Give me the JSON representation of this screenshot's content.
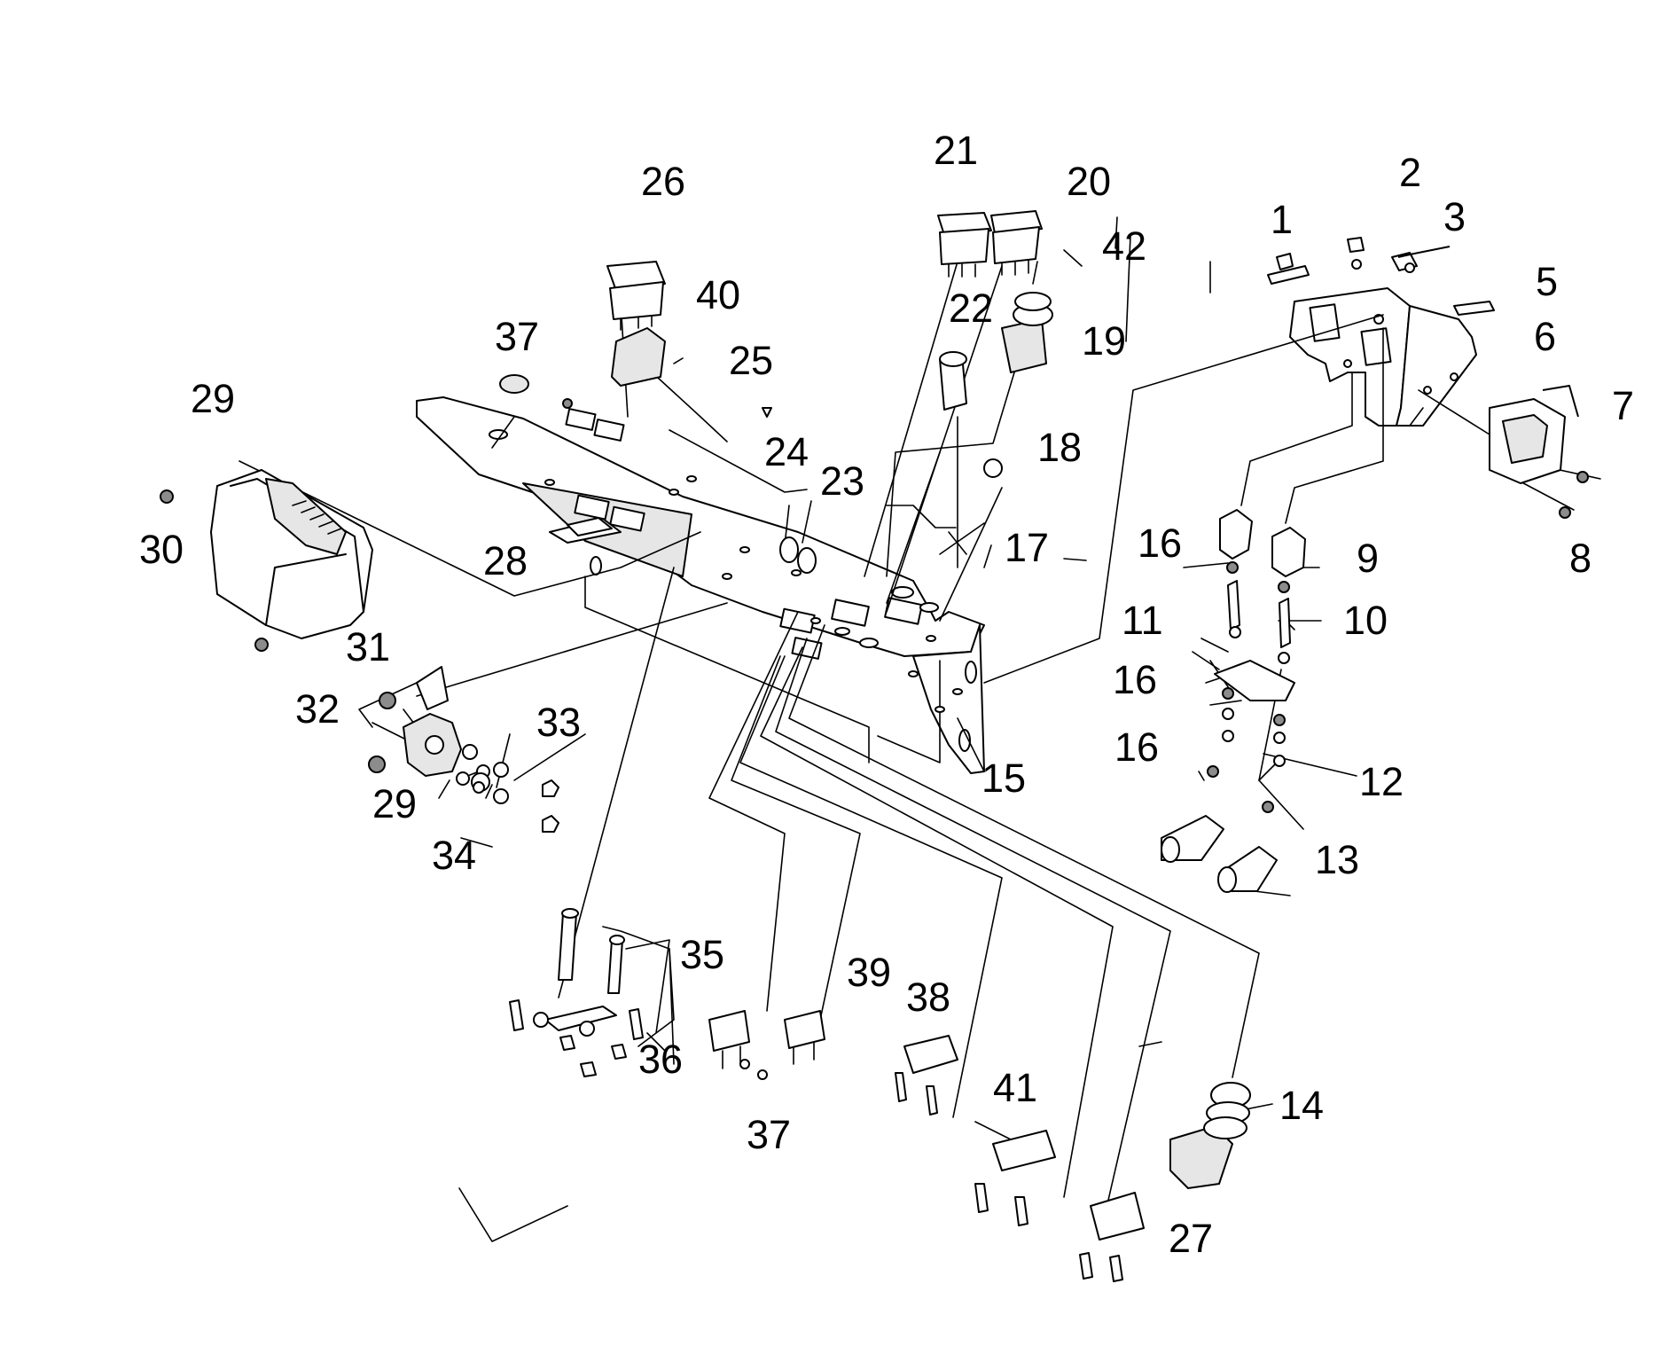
{
  "diagram": {
    "callouts": [
      {
        "id": "c1",
        "text": "1"
      },
      {
        "id": "c2",
        "text": "2"
      },
      {
        "id": "c3",
        "text": "3"
      },
      {
        "id": "c5",
        "text": "5"
      },
      {
        "id": "c6",
        "text": "6"
      },
      {
        "id": "c7",
        "text": "7"
      },
      {
        "id": "c8",
        "text": "8"
      },
      {
        "id": "c9",
        "text": "9"
      },
      {
        "id": "c10",
        "text": "10"
      },
      {
        "id": "c11",
        "text": "11"
      },
      {
        "id": "c12",
        "text": "12"
      },
      {
        "id": "c13",
        "text": "13"
      },
      {
        "id": "c14",
        "text": "14"
      },
      {
        "id": "c15",
        "text": "15"
      },
      {
        "id": "c16a",
        "text": "16"
      },
      {
        "id": "c16b",
        "text": "16"
      },
      {
        "id": "c16c",
        "text": "16"
      },
      {
        "id": "c17",
        "text": "17"
      },
      {
        "id": "c18",
        "text": "18"
      },
      {
        "id": "c19",
        "text": "19"
      },
      {
        "id": "c20",
        "text": "20"
      },
      {
        "id": "c21",
        "text": "21"
      },
      {
        "id": "c22",
        "text": "22"
      },
      {
        "id": "c23",
        "text": "23"
      },
      {
        "id": "c24",
        "text": "24"
      },
      {
        "id": "c25",
        "text": "25"
      },
      {
        "id": "c26",
        "text": "26"
      },
      {
        "id": "c27",
        "text": "27"
      },
      {
        "id": "c28",
        "text": "28"
      },
      {
        "id": "c29a",
        "text": "29"
      },
      {
        "id": "c29b",
        "text": "29"
      },
      {
        "id": "c30",
        "text": "30"
      },
      {
        "id": "c31",
        "text": "31"
      },
      {
        "id": "c32",
        "text": "32"
      },
      {
        "id": "c33",
        "text": "33"
      },
      {
        "id": "c34",
        "text": "34"
      },
      {
        "id": "c35",
        "text": "35"
      },
      {
        "id": "c36",
        "text": "36"
      },
      {
        "id": "c37a",
        "text": "37"
      },
      {
        "id": "c37b",
        "text": "37"
      },
      {
        "id": "c38",
        "text": "38"
      },
      {
        "id": "c39",
        "text": "39"
      },
      {
        "id": "c40",
        "text": "40"
      },
      {
        "id": "c41",
        "text": "41"
      },
      {
        "id": "c42",
        "text": "42"
      }
    ]
  }
}
